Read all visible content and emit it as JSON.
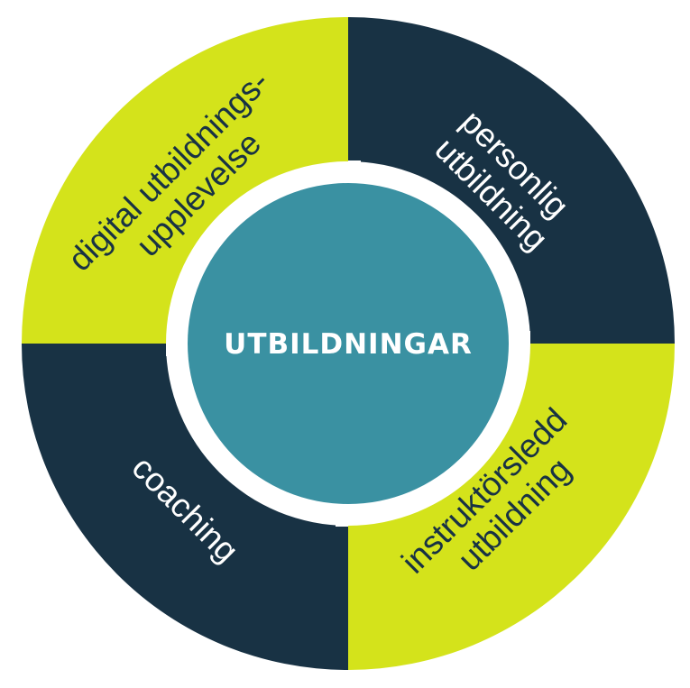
{
  "center": {
    "label": "UTBILDNINGAR",
    "color": "#3a91a2"
  },
  "colors": {
    "lime": "#d4e31b",
    "navy": "#183244",
    "white": "#ffffff"
  },
  "segments": [
    {
      "id": "top-left",
      "lines": [
        "digital utbildnings-",
        "upplevelse"
      ],
      "fill": "#d4e31b",
      "text_color": "#183244"
    },
    {
      "id": "top-right",
      "lines": [
        "personlig",
        "utbildning"
      ],
      "fill": "#183244",
      "text_color": "#ffffff"
    },
    {
      "id": "bottom-right",
      "lines": [
        "instruktörsledd",
        "utbildning"
      ],
      "fill": "#d4e31b",
      "text_color": "#183244"
    },
    {
      "id": "bottom-left",
      "lines": [
        "coaching"
      ],
      "fill": "#183244",
      "text_color": "#ffffff"
    }
  ]
}
